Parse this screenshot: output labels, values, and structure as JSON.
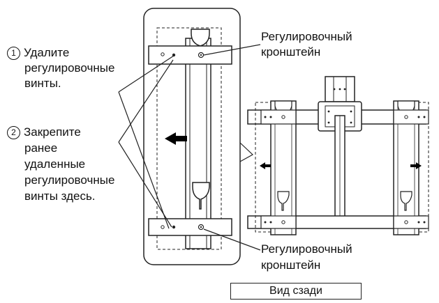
{
  "labels": {
    "step1_number": "1",
    "step1_line1": "Удалите",
    "step1_line2": "регулировочные",
    "step1_line3": "винты.",
    "step2_number": "2",
    "step2_line1": "Закрепите",
    "step2_line2": "ранее",
    "step2_line3": "удаленные",
    "step2_line4": "регулировочные",
    "step2_line5": "винты здесь.",
    "bracket_top_line1": "Регулировочный",
    "bracket_top_line2": "кронштейн",
    "bracket_bottom_line1": "Регулировочный",
    "bracket_bottom_line2": "кронштейн",
    "caption": "Вид сзади"
  },
  "icons": {
    "move_arrow_large": "left-arrow-icon",
    "move_arrows_rear": [
      "left-arrow-icon",
      "right-arrow-icon"
    ]
  },
  "colors": {
    "line": "#222222",
    "inset_fill": "#ffffff",
    "arrow": "#000000"
  }
}
